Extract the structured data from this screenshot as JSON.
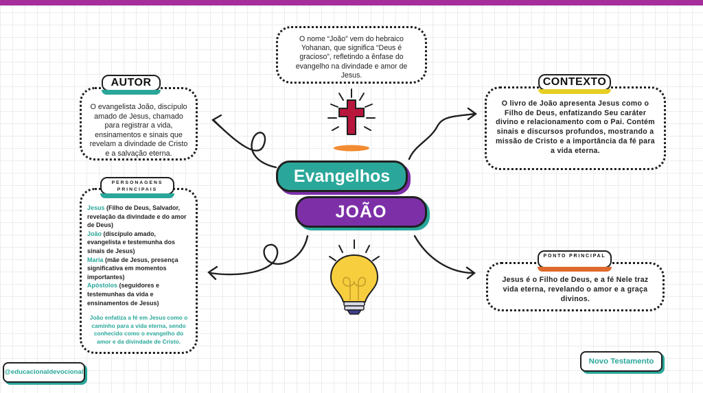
{
  "header": {
    "bar_color": "#a52e9a"
  },
  "title": {
    "line1": "Evangelhos",
    "line2": "JOÃO",
    "line1_color": "#2aa79a",
    "line2_color": "#7d2fa8"
  },
  "origin": {
    "text": "O nome “João” vem do hebraico Yohanan, que significa “Deus é gracioso”, refletindo a ênfase do evangelho na divindade e amor de Jesus."
  },
  "author": {
    "label": "AUTOR",
    "text": "O evangelista João, discípulo amado de Jesus, chamado para registrar a vida, ensinamentos e sinais que revelam a divindade de Cristo e a salvação eterna."
  },
  "context": {
    "label": "CONTEXTO",
    "text": "O livro de João apresenta Jesus como o Filho de Deus, enfatizando Seu caráter divino e relacionamento com o Pai. Contém sinais e discursos profundos, mostrando a missão de Cristo e a importância da fé para a vida eterna."
  },
  "characters": {
    "label": "PERSONAGENS PRINCIPAIS",
    "items": [
      {
        "name": "Jesus",
        "description": " (Filho de Deus, Salvador, revelação da divindade e do amor de Deus)"
      },
      {
        "name": "João",
        "description": " (discípulo amado, evangelista e testemunha dos sinais de Jesus)"
      },
      {
        "name": "Maria",
        "description": " (mãe de Jesus, presença significativa em momentos importantes)"
      },
      {
        "name": "Apóstolos",
        "description": " (seguidores e testemunhas da vida e ensinamentos de Jesus)"
      }
    ],
    "summary": "João enfatiza a fé em Jesus como o caminho para a vida eterna, sendo conhecido como o evangelho do amor e da divindade de Cristo."
  },
  "main_point": {
    "label": "PONTO PRINCIPAL",
    "text": "Jesus é o Filho de Deus, e a fé Nele traz vida eterna, revelando o amor e a graça divinos."
  },
  "footer": {
    "handle": "@educacionaldevocional",
    "testament": "Novo Testamento"
  },
  "icons": {
    "cross": "cross-icon",
    "lightbulb": "lightbulb-icon"
  },
  "colors": {
    "teal": "#2aa79a",
    "purple": "#7d2fa8",
    "yellow": "#e6cf24",
    "orange": "#e06a2e",
    "crimson": "#b8163c"
  }
}
